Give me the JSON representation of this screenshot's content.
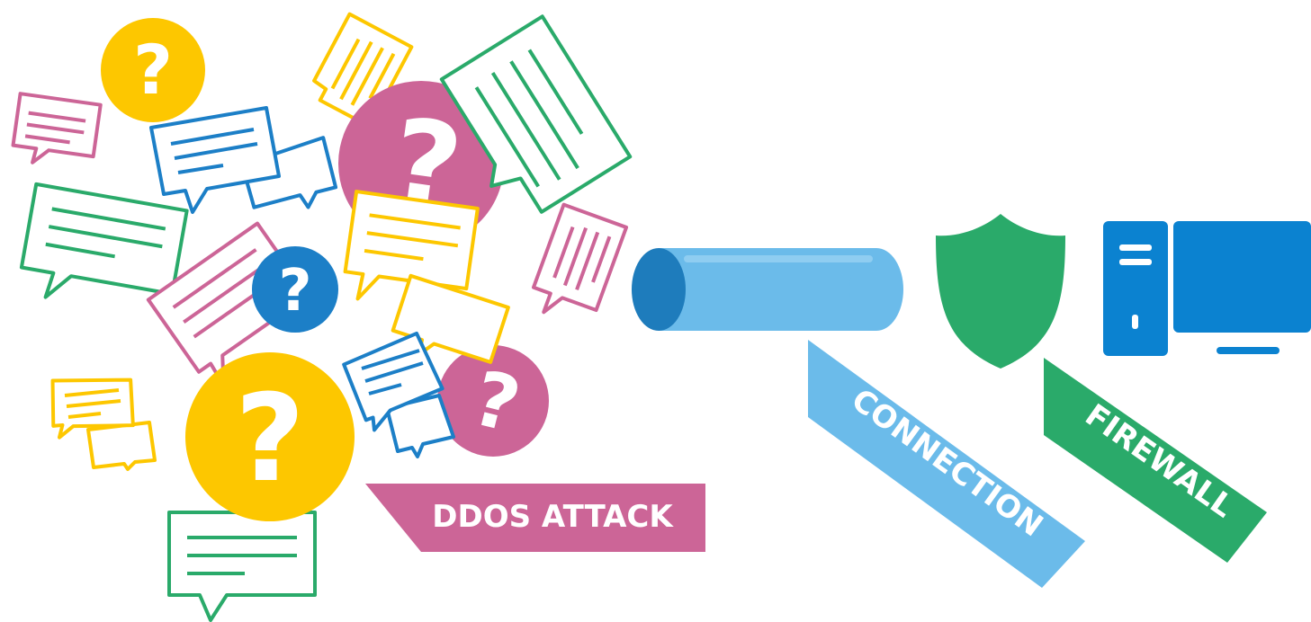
{
  "labels": {
    "ddos": "DDOS ATTACK",
    "connection": "CONNECTION",
    "firewall": "FIREWALL"
  },
  "question_mark": "?",
  "icons": {
    "attack_cloud": [
      "question-bubble-icon",
      "chat-bubble-icon"
    ],
    "connection": "pipe-icon",
    "firewall": "shield-icon",
    "server": "desktop-computer-icon"
  },
  "colors": {
    "pink": "#cc6597",
    "yellow": "#fdc700",
    "blue": "#1c7fc7",
    "green": "#2aaa6a",
    "pipe_light": "#6bbbea",
    "pipe_dark": "#1e7cbc",
    "monitor": "#0b82d0"
  }
}
